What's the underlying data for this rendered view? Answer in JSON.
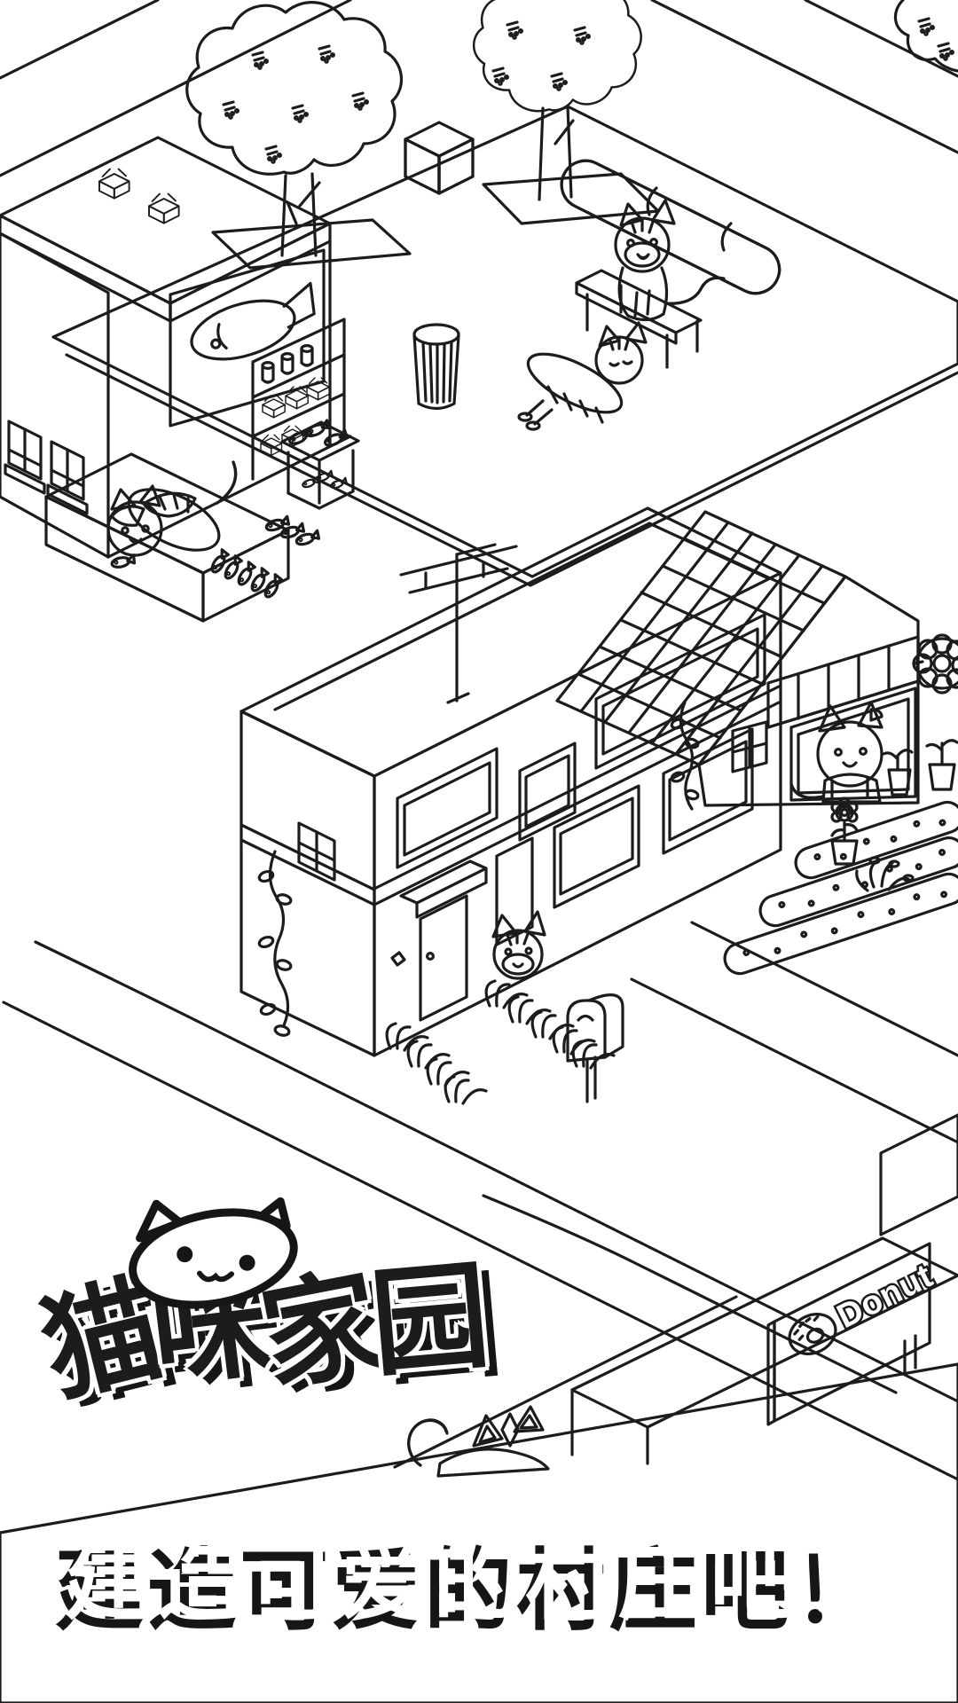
{
  "app": {
    "title": "猫咪家园",
    "title_chars": [
      "猫",
      "咪",
      "家",
      "园"
    ],
    "tagline": "建造可爱的村庄吧！"
  },
  "scene": {
    "donut_sign_label": "Donut",
    "icons": [
      "cat-logo-icon",
      "fish-sign-icon",
      "donut-icon",
      "flower-sign-icon"
    ],
    "colors": {
      "ink": "#1C1C1C",
      "cat_orange": "#E2913A",
      "cat_orange_stripe": "#B9701F",
      "cat_gray": "#CDCDCD",
      "cat_gray_stripe": "#8F8F8F",
      "banner_gray": "#7B7B7B",
      "paper": "#FFFFFF",
      "shadow_black": "#161616"
    }
  }
}
